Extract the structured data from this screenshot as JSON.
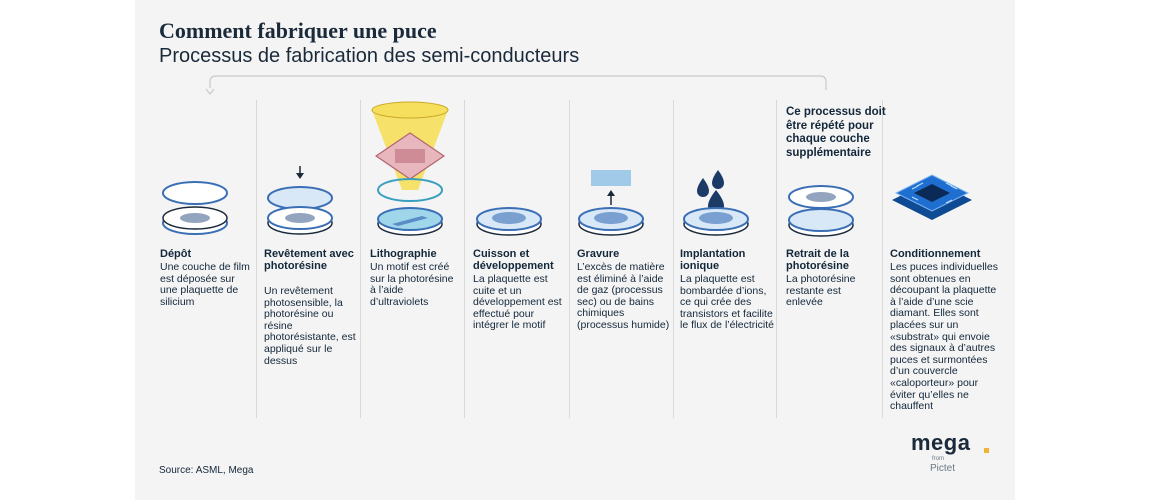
{
  "title": "Comment fabriquer une puce",
  "subtitle": "Processus de fabrication des semi-conducteurs",
  "steps": [
    {
      "name": "Dépôt",
      "description": "Une couche de film est déposée sur une plaquette de silicium"
    },
    {
      "name": "Revêtement avec photorésine",
      "description": "Un revêtement photosensible, la photorésine ou résine photorésistante, est appliqué sur le dessus"
    },
    {
      "name": "Lithographie",
      "description": "Un motif est créé sur la photorésine à l’aide d’ultraviolets"
    },
    {
      "name": "Cuisson et développement",
      "description": "La plaquette est cuite et un développement est effectué pour intégrer le motif"
    },
    {
      "name": "Gravure",
      "description": "L’excès de matière est éliminé à l’aide de gaz (processus sec) ou de bains chimiques (processus humide)"
    },
    {
      "name": "Implantation ionique",
      "description": "La plaquette est bombardée d’ions, ce qui crée des transistors et facilite le flux de l’électricité"
    },
    {
      "name": "Retrait de la photorésine",
      "description": "La photorésine restante est enlevée"
    },
    {
      "name": "Conditionnement",
      "description": "Les puces individuelles sont obtenues en découpant la plaquette à l’aide d’une scie diamant. Elles sont placées sur un «substrat» qui envoie des signaux à d’autres puces et surmontées d’un couvercle «caloporteur» pour éviter qu’elles ne chauffent"
    }
  ],
  "repeat_note": "Ce processus doit être répété pour chaque couche supplémentaire",
  "source": "Source: ASML, Mega",
  "logo": {
    "brand": "mega",
    "from": "from",
    "company": "Pictet"
  },
  "colors": {
    "navy": "#1b2a3a",
    "blue": "#3a6fb5",
    "light_blue": "#d8e8f7",
    "cyan": "#9fd6ea",
    "yellow": "#f6df5c",
    "pink": "#e7b7bd",
    "chip": "#1f6fd1"
  }
}
